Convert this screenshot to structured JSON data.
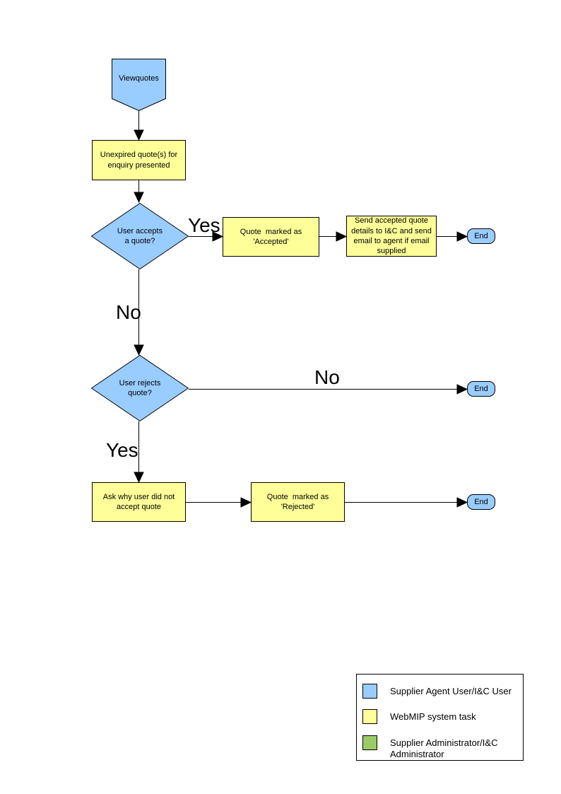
{
  "nodes": {
    "viewquotes": "Viewquotes",
    "unexpired": "Unexpired quote(s) for\nenquiry presented",
    "user_accepts": "User accepts\na quote?",
    "marked_accepted": "Quote  marked as\n'Accepted'",
    "send_accepted": "Send accepted quote\ndetails to I&C and send\nemail to agent if email\nsupplied",
    "end_accepted": "End",
    "user_rejects": "User rejects\nquote?",
    "end_no_reject": "End",
    "ask_why": "Ask why user did not\naccept quote",
    "marked_rejected": "Quote  marked as\n'Rejected'",
    "end_rejected": "End"
  },
  "edge_labels": {
    "accepts_yes": "Yes",
    "accepts_no": "No",
    "rejects_no": "No",
    "rejects_yes": "Yes"
  },
  "colors": {
    "actor_user": "#99CCFF",
    "system_task": "#FFFF99",
    "actor_admin": "#99CC66",
    "line": "#000000"
  },
  "legend": {
    "items": [
      {
        "color": "#99CCFF",
        "label": "Supplier Agent User/I&C User"
      },
      {
        "color": "#FFFF99",
        "label": "WebMIP system task"
      },
      {
        "color": "#99CC66",
        "label": "Supplier Administrator/I&C\nAdministrator"
      }
    ]
  }
}
